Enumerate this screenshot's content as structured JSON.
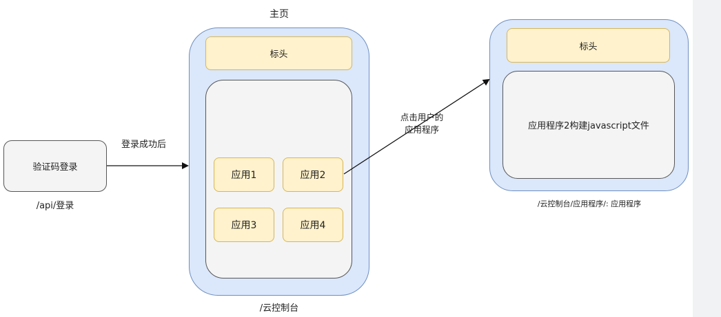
{
  "diagram": {
    "login_box": {
      "label": "验证码登录",
      "caption": "/api/登录"
    },
    "edge_login": {
      "label": "登录成功后"
    },
    "home": {
      "title": "主页",
      "header_label": "标头",
      "apps": [
        "应用1",
        "应用2",
        "应用3",
        "应用4"
      ],
      "caption": "/云控制台"
    },
    "edge_app": {
      "label_line1": "点击用户的",
      "label_line2": "应用程序"
    },
    "app_page": {
      "header_label": "标头",
      "content_label": "应用程序2构建javascript文件",
      "caption": "/云控制台/应用程序/:  应用程序"
    },
    "colors": {
      "container_fill": "#dbe7fb",
      "container_stroke": "#6c8ebf",
      "header_fill": "#fff2cc",
      "header_stroke": "#d6b656",
      "content_fill": "#f4f4f4"
    }
  }
}
